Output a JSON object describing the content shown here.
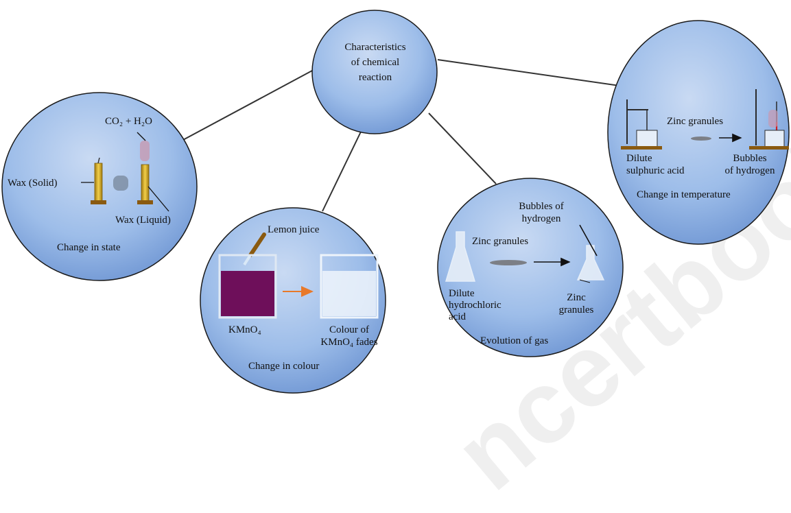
{
  "center": {
    "title_lines": [
      "Characteristics",
      "of chemical",
      "reaction"
    ]
  },
  "state": {
    "product": "CO₂ + H₂O",
    "solid": "Wax (Solid)",
    "liquid": "Wax (Liquid)",
    "caption": "Change in state"
  },
  "colour": {
    "lemon": "Lemon juice",
    "kmno4": "KMnO₄",
    "fades_lines": [
      "Colour of",
      "KMnO₄ fades"
    ],
    "caption": "Change in colour"
  },
  "gas": {
    "bubbles_lines": [
      "Bubbles of",
      "hydrogen"
    ],
    "zinc": "Zinc granules",
    "acid_lines": [
      "Dilute",
      "hydrochloric",
      "acid"
    ],
    "zinc2_lines": [
      "Zinc",
      "granules"
    ],
    "caption": "Evolution of gas"
  },
  "temp": {
    "zinc": "Zinc granules",
    "acid_lines": [
      "Dilute",
      "sulphuric acid"
    ],
    "bubbles_lines": [
      "Bubbles",
      "of hydrogen"
    ],
    "caption": "Change in temperature"
  },
  "watermark": "ncertbooks.net",
  "colors": {
    "bubble_fill": "#8fb3e6",
    "bubble_stroke": "#1a1a1a",
    "kmno4_purple": "#6e0f5a",
    "arrow_orange": "#e8792a"
  }
}
